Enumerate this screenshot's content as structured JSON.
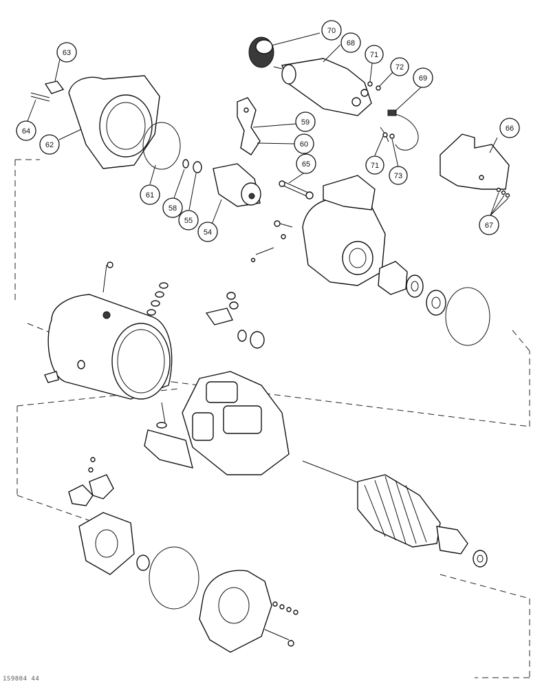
{
  "diagram": {
    "callouts": [
      {
        "id": "c70",
        "label": "70"
      },
      {
        "id": "c68",
        "label": "68"
      },
      {
        "id": "c71a",
        "label": "71"
      },
      {
        "id": "c72",
        "label": "72"
      },
      {
        "id": "c69",
        "label": "69"
      },
      {
        "id": "c63",
        "label": "63"
      },
      {
        "id": "c64",
        "label": "64"
      },
      {
        "id": "c62",
        "label": "62"
      },
      {
        "id": "c59",
        "label": "59"
      },
      {
        "id": "c60",
        "label": "60"
      },
      {
        "id": "c66",
        "label": "66"
      },
      {
        "id": "c65",
        "label": "65"
      },
      {
        "id": "c71b",
        "label": "71"
      },
      {
        "id": "c73",
        "label": "73"
      },
      {
        "id": "c61",
        "label": "61"
      },
      {
        "id": "c58",
        "label": "58"
      },
      {
        "id": "c55",
        "label": "55"
      },
      {
        "id": "c54",
        "label": "54"
      },
      {
        "id": "c67",
        "label": "67"
      }
    ],
    "footer_code": "1S9804 44"
  }
}
